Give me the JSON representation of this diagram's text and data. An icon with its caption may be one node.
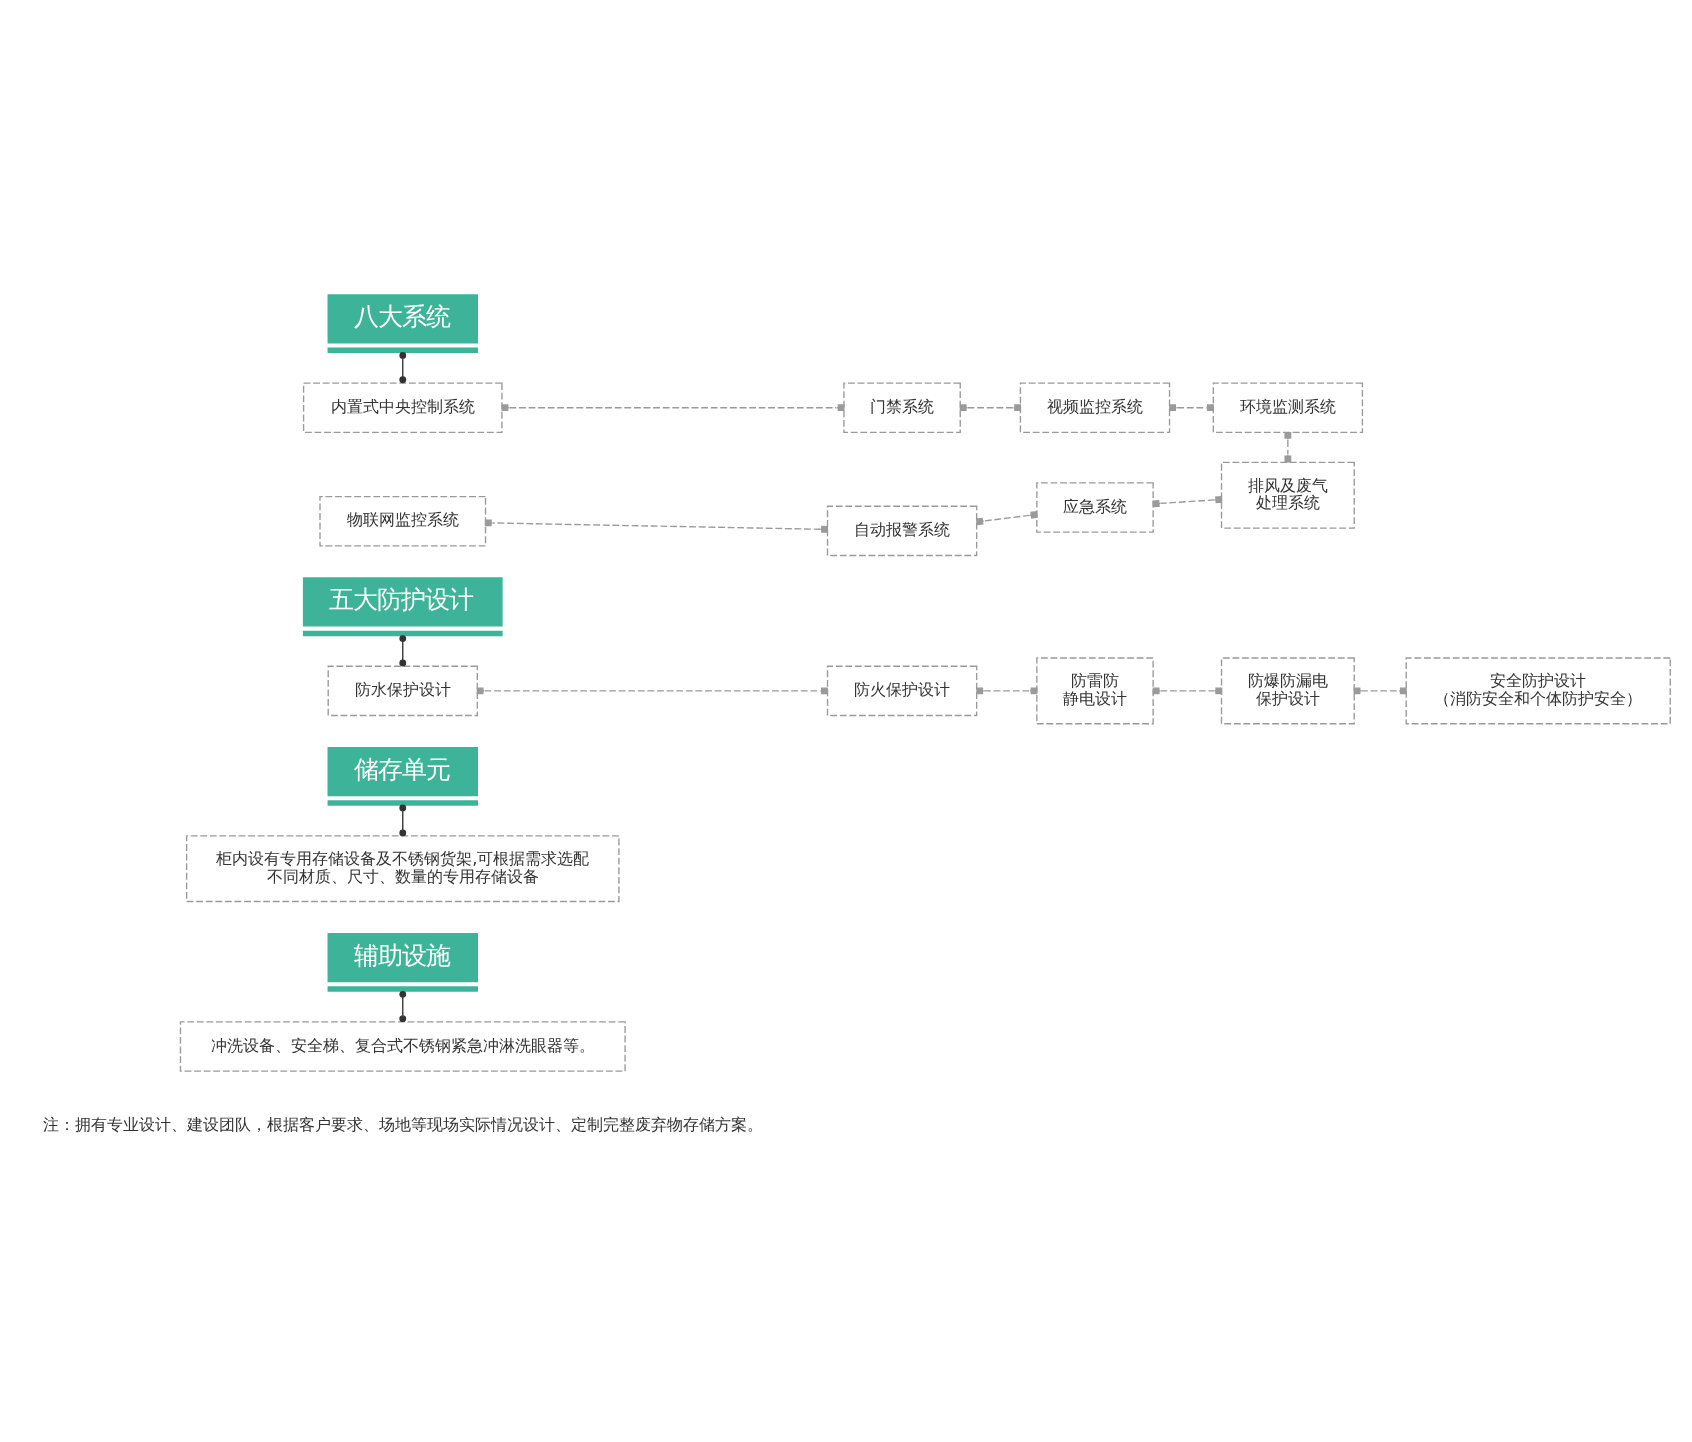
{
  "diagram": {
    "nodes": [
      {
        "text": [
          "八大系统"
        ]
      },
      {
        "text": [
          "内置式中央控制系统"
        ]
      },
      {
        "text": [
          "门禁系统"
        ]
      },
      {
        "text": [
          "视频监控系统"
        ]
      },
      {
        "text": [
          "环境监测系统"
        ]
      },
      {
        "text": [
          "物联网监控系统"
        ]
      },
      {
        "text": [
          "自动报警系统"
        ]
      },
      {
        "text": [
          "应急系统"
        ]
      },
      {
        "text": [
          "排风及废气处理系统"
        ]
      },
      {
        "text": [
          "五大防护设计"
        ]
      },
      {
        "text": [
          "防水保护设计"
        ]
      },
      {
        "text": [
          "防火保护设计"
        ]
      },
      {
        "text": [
          "防雷防静电设计"
        ]
      },
      {
        "text": [
          "防爆防漏电保护设计"
        ]
      },
      {
        "text": [
          "安全防护设计",
          "（消防安全和个体防护安全）"
        ]
      },
      {
        "text": [
          "储存单元"
        ]
      },
      {
        "text": [
          "柜内设有专用存储设备及不锈钢货架,可根据需求选配不同材质、尺寸、数量的专用存储设备"
        ]
      },
      {
        "text": [
          "辅助设施"
        ]
      },
      {
        "text": [
          "冲洗设备、安全梯、复合式不锈钢紧急冲淋洗眼器等。"
        ]
      }
    ],
    "edges": [
      {
        "from": 0,
        "to": 1,
        "arrow": "other",
        "color": "#333333"
      },
      {
        "from": 1,
        "to": 2,
        "arrow": "other",
        "style": "dashed"
      },
      {
        "from": 2,
        "to": 3,
        "arrow": "other",
        "style": "dashed"
      },
      {
        "from": 3,
        "to": 4,
        "arrow": "other",
        "style": "dashed"
      },
      {
        "from": 4,
        "to": 8,
        "arrow": "other",
        "style": "dashed"
      },
      {
        "from": 8,
        "to": 7,
        "arrow": "other",
        "style": "dashed"
      },
      {
        "from": 7,
        "to": 6,
        "arrow": "other",
        "style": "dashed"
      },
      {
        "from": 6,
        "to": 5,
        "arrow": "other",
        "style": "dashed"
      },
      {
        "from": 9,
        "to": 10,
        "arrow": "other",
        "color": "#333333"
      },
      {
        "from": 10,
        "to": 11,
        "arrow": "other",
        "style": "dashed"
      },
      {
        "from": 11,
        "to": 12,
        "arrow": "other",
        "style": "dashed"
      },
      {
        "from": 12,
        "to": 13,
        "arrow": "other",
        "style": "dashed"
      },
      {
        "from": 13,
        "to": 14,
        "arrow": "other",
        "style": "dashed"
      },
      {
        "from": 15,
        "to": 16,
        "arrow": "other",
        "color": "#333333"
      },
      {
        "from": 17,
        "to": 18,
        "arrow": "other",
        "color": "#333333"
      }
    ],
    "labels": [
      "注：拥有专业设计、建设团队，根据客户要求、场地等现场实际情况设计、定制完整废弃物存储方案。"
    ]
  }
}
